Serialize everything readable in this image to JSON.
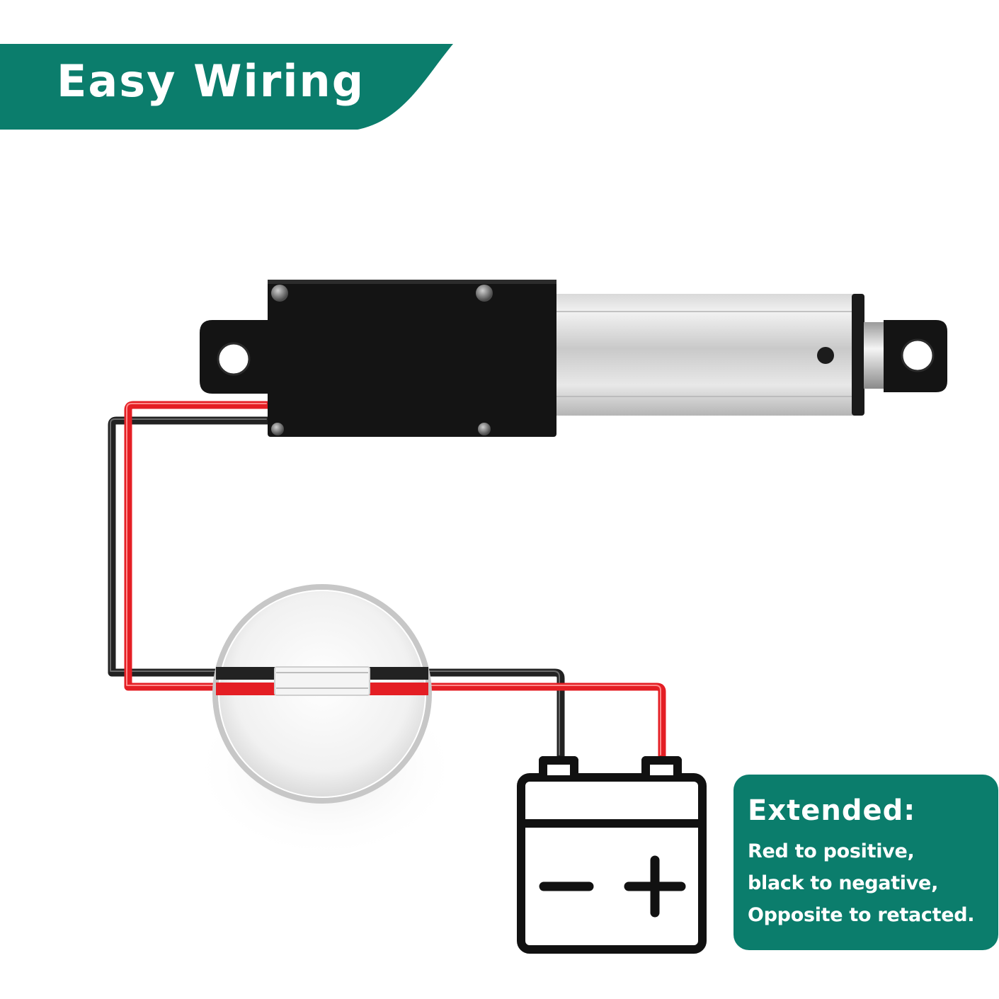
{
  "banner": {
    "title": "Easy Wiring",
    "color": "#0b7d6c"
  },
  "note": {
    "title": "Extended:",
    "lines": [
      "Red to positive,",
      "black to negative,",
      "Opposite to retacted."
    ],
    "color": "#0b7d6c"
  },
  "battery": {
    "negative_symbol": "−",
    "positive_symbol": "+"
  },
  "wires": {
    "positive_color": "#e41e24",
    "negative_color": "#222222"
  }
}
